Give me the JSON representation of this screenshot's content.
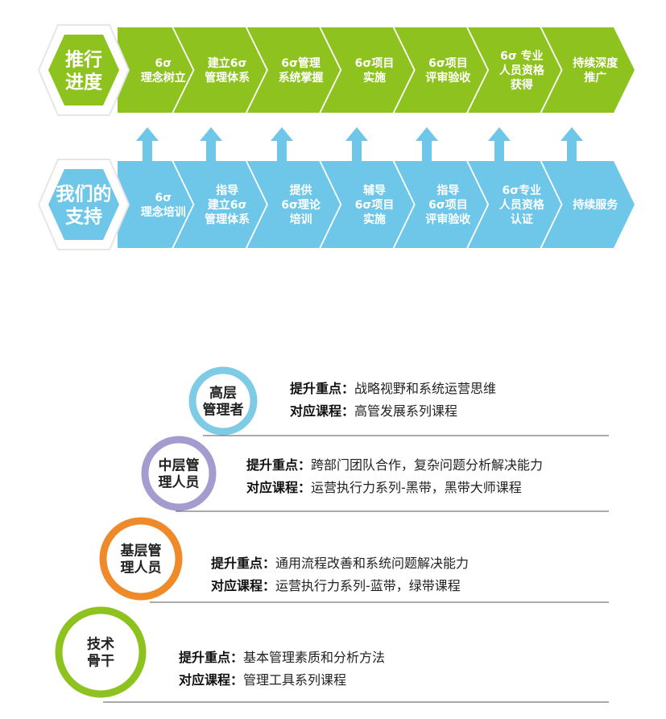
{
  "progress": {
    "title_lines": [
      "推行",
      "进度"
    ],
    "color": "#8dc21f",
    "steps": [
      {
        "lines": [
          "6σ",
          "理念树立"
        ]
      },
      {
        "lines": [
          "建立6σ",
          "管理体系"
        ]
      },
      {
        "lines": [
          "6σ管理",
          "系统掌握"
        ]
      },
      {
        "lines": [
          "6σ项目",
          "实施"
        ]
      },
      {
        "lines": [
          "6σ项目",
          "评审验收"
        ]
      },
      {
        "lines": [
          "6σ 专业",
          "人员资格",
          "获得"
        ]
      },
      {
        "lines": [
          "持续深度",
          "推广"
        ]
      }
    ]
  },
  "support": {
    "title_lines": [
      "我们的",
      "支持"
    ],
    "color": "#6ec6e8",
    "steps": [
      {
        "lines": [
          "6σ",
          "理念培训"
        ]
      },
      {
        "lines": [
          "指导",
          "建立6σ",
          "管理体系"
        ]
      },
      {
        "lines": [
          "提供",
          "6σ理论",
          "培训"
        ]
      },
      {
        "lines": [
          "辅导",
          "6σ项目",
          "实施"
        ]
      },
      {
        "lines": [
          "指导",
          "6σ项目",
          "评审验收"
        ]
      },
      {
        "lines": [
          "6σ专业",
          "人员资格",
          "认证"
        ]
      },
      {
        "lines": [
          "持续服务"
        ]
      }
    ]
  },
  "levels": [
    {
      "name_lines": [
        "高层",
        "管理者"
      ],
      "ring_color": "#7ecbe6",
      "focus_label": "提升重点：",
      "focus": "战略视野和系统运营思维",
      "course_label": "对应课程：",
      "course": "高管发展系列课程"
    },
    {
      "name_lines": [
        "中层管",
        "理人员"
      ],
      "ring_color": "#a49bcf",
      "focus_label": "提升重点：",
      "focus": "跨部门团队合作，复杂问题分析解决能力",
      "course_label": "对应课程：",
      "course": "运营执行力系列-黑带，黑带大师课程"
    },
    {
      "name_lines": [
        "基层管",
        "理人员"
      ],
      "ring_color": "#ee8a2a",
      "focus_label": "提升重点：",
      "focus": "通用流程改善和系统问题解决能力",
      "course_label": "对应课程：",
      "course": "运营执行力系列-蓝带，绿带课程"
    },
    {
      "name_lines": [
        "技术",
        "骨干"
      ],
      "ring_color": "#8dc21f",
      "focus_label": "提升重点：",
      "focus": "基本管理素质和分析方法",
      "course_label": "对应课程：",
      "course": "管理工具系列课程"
    }
  ]
}
